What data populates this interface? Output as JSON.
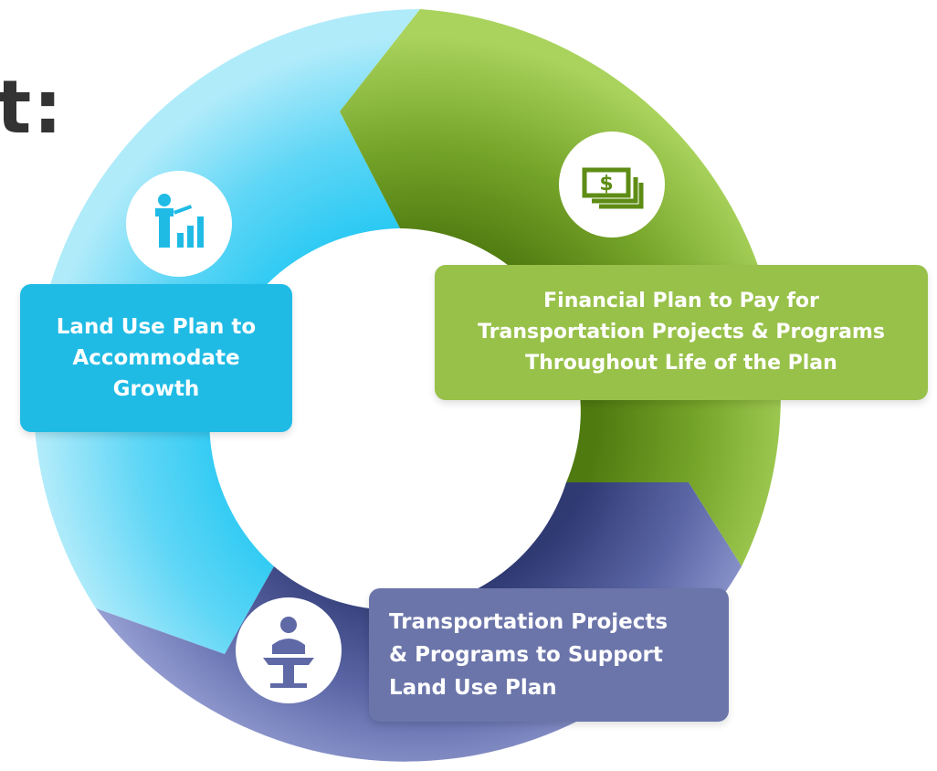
{
  "heading_fragment": "t:",
  "segments": [
    {
      "id": "land-use",
      "label": "Land Use Plan to\nAccommodate\nGrowth",
      "icon": "presenter-chart-icon",
      "color": "#1fbbe5"
    },
    {
      "id": "financial",
      "label": "Financial Plan to Pay for\nTransportation Projects & Programs\nThroughout Life of the Plan",
      "icon": "money-icon",
      "color": "#98c14a"
    },
    {
      "id": "transportation",
      "label": "Transportation Projects\n& Programs to Support\nLand Use Plan",
      "icon": "speaker-podium-icon",
      "color": "#6b75aa"
    }
  ],
  "colors": {
    "ring_blue_light": "#a8e6f8",
    "ring_blue_dark": "#2ec8f0",
    "ring_green_light": "#a3cf55",
    "ring_green_dark": "#5e8c14",
    "ring_purple_light": "#8f98cc",
    "ring_purple_dark": "#34407a",
    "heading": "#333333"
  }
}
